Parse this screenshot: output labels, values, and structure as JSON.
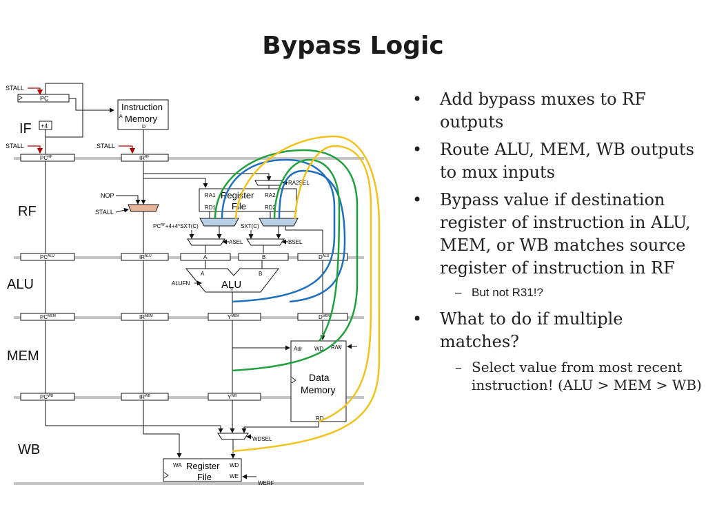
{
  "slide": {
    "title": "Bypass Logic"
  },
  "stages": [
    "IF",
    "RF",
    "ALU",
    "MEM",
    "WB"
  ],
  "diagram": {
    "pc": "PC",
    "plus4": "+4",
    "stall": "STALL",
    "nop": "NOP",
    "imem_line1": "Instruction",
    "imem_line2": "Memory",
    "port_a": "A",
    "port_d": "D",
    "pc_rf": "PC",
    "sup_rf": "RF",
    "ir_rf": "IR",
    "rf_line1": "Register",
    "rf_line2": "File",
    "ra1": "RA1",
    "ra2": "RA2",
    "rd1": "RD1",
    "rd2": "RD2",
    "ra2sel": "RA2SEL",
    "pc_expr": "+4+4*SXT(C)",
    "sxt": "SXT(C)",
    "asel": "ASEL",
    "bsel": "BSEL",
    "pc_alu": "PC",
    "ir_alu": "IR",
    "sup_alu": "ALU",
    "reg_a": "A",
    "reg_b": "B",
    "reg_d": "D",
    "alu": "ALU",
    "alufn": "ALUFN",
    "y": "Y",
    "pc_mem": "PC",
    "ir_mem": "IR",
    "y_mem": "Y",
    "d_mem": "D",
    "sup_mem": "MEM",
    "adr": "Adr",
    "wd": "WD",
    "rw": "R/W",
    "dmem_line1": "Data",
    "dmem_line2": "Memory",
    "rd": "RD",
    "pc_wb": "PC",
    "ir_wb": "IR",
    "y_wb": "Y",
    "sup_wb": "WB",
    "wdsel": "WDSEL",
    "wa": "WA",
    "we": "WE",
    "werf": "WERF"
  },
  "bullets": [
    {
      "text": "Add bypass muxes to RF outputs"
    },
    {
      "text": "Route ALU, MEM, WB outputs to mux inputs"
    },
    {
      "text": "Bypass value if destination register of instruction in ALU, MEM, or WB matches source register of instruction in RF",
      "sub": [
        "But not R31!?"
      ]
    },
    {
      "text": "What to do if multiple matches?",
      "sub": [
        "Select value from most recent instruction! (ALU > MEM > WB)"
      ]
    }
  ],
  "colors": {
    "blue": "#1f6fbf",
    "green": "#1ea13c",
    "yellow": "#f2c21b",
    "nop_mux": "#e8b49a",
    "bypass_mux": "#b9cfe6",
    "pipeline_bar": "#c4c4c4",
    "stall_arrow": "#b00000"
  }
}
